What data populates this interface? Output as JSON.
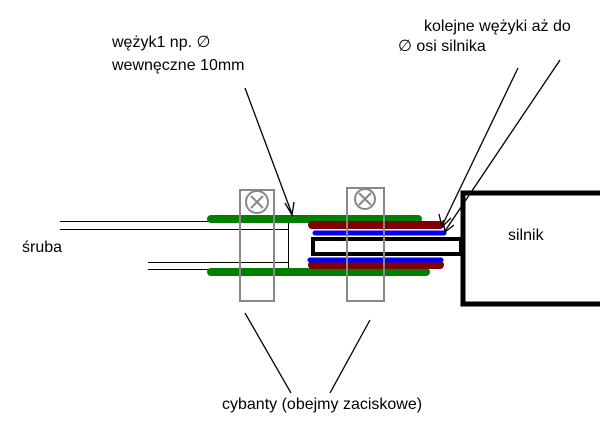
{
  "labels": {
    "hose1_line1": "wężyk1 np. ∅",
    "hose1_line2": "wewnęczne 10mm",
    "next_hoses_line1": "kolejne wężyki aż do",
    "next_hoses_line2": "∅ osi silnika",
    "screw": "śruba",
    "motor": "silnik",
    "clamps": "cybanty (obejmy zaciskowe)"
  },
  "colors": {
    "green": "#008000",
    "darkred": "#800000",
    "blue": "#0000ff",
    "clamp": "#888888"
  }
}
